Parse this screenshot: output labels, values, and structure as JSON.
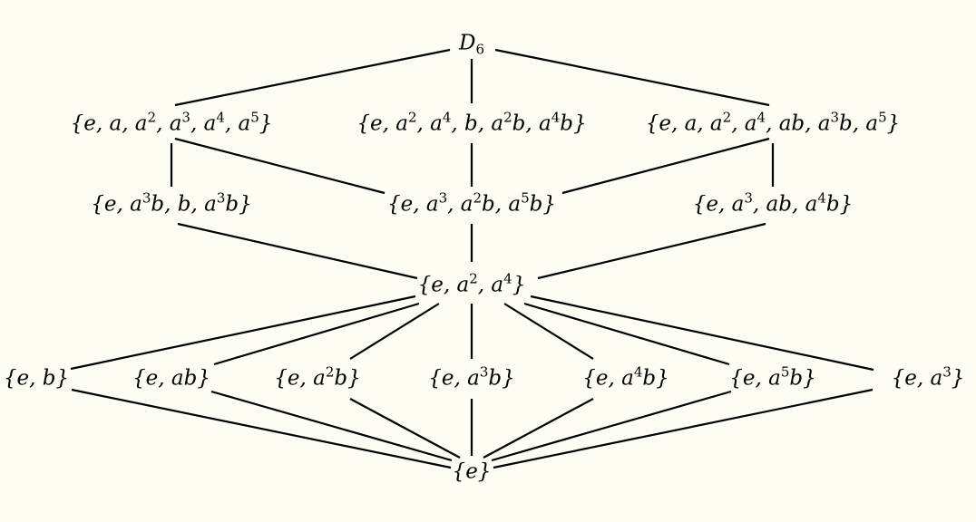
{
  "nodes": [
    {
      "id": "D6",
      "label": "D_6"
    },
    {
      "id": "C6",
      "label": "{e, a, a^2, a^3, a^4, a^5}"
    },
    {
      "id": "D3a",
      "label": "{e, a^2, a^4, b, a^2b, a^4b}"
    },
    {
      "id": "D3b",
      "label": "{e, a, a^2, a^4, ab, a^3b, a^5}"
    },
    {
      "id": "V1",
      "label": "{e, a^3b, b, a^3b}"
    },
    {
      "id": "V2",
      "label": "{e, a^3, a^2b, a^5b}"
    },
    {
      "id": "V3",
      "label": "{e, a^3, ab, a^4b}"
    },
    {
      "id": "C3",
      "label": "{e, a^2, a^4}"
    },
    {
      "id": "b",
      "label": "{e, b}"
    },
    {
      "id": "ab",
      "label": "{e, ab}"
    },
    {
      "id": "a2b",
      "label": "{e, a^2b}"
    },
    {
      "id": "a3b",
      "label": "{e, a^3b}"
    },
    {
      "id": "a4b",
      "label": "{e, a^4b}"
    },
    {
      "id": "a5b",
      "label": "{e, a^5b}"
    },
    {
      "id": "a3",
      "label": "{e, a^3}"
    },
    {
      "id": "e",
      "label": "{e}"
    }
  ],
  "edges": [
    [
      "D6",
      "C6"
    ],
    [
      "D6",
      "D3a"
    ],
    [
      "D6",
      "D3b"
    ],
    [
      "C6",
      "V1"
    ],
    [
      "C6",
      "V2"
    ],
    [
      "D3a",
      "V2"
    ],
    [
      "D3b",
      "V2"
    ],
    [
      "D3b",
      "V3"
    ],
    [
      "V1",
      "C3"
    ],
    [
      "V2",
      "C3"
    ],
    [
      "V3",
      "C3"
    ],
    [
      "C3",
      "b"
    ],
    [
      "C3",
      "ab"
    ],
    [
      "C3",
      "a2b"
    ],
    [
      "C3",
      "a3b"
    ],
    [
      "C3",
      "a4b"
    ],
    [
      "C3",
      "a5b"
    ],
    [
      "C3",
      "a3"
    ],
    [
      "b",
      "e"
    ],
    [
      "ab",
      "e"
    ],
    [
      "a2b",
      "e"
    ],
    [
      "a3b",
      "e"
    ],
    [
      "a4b",
      "e"
    ],
    [
      "a5b",
      "e"
    ],
    [
      "a3",
      "e"
    ]
  ]
}
